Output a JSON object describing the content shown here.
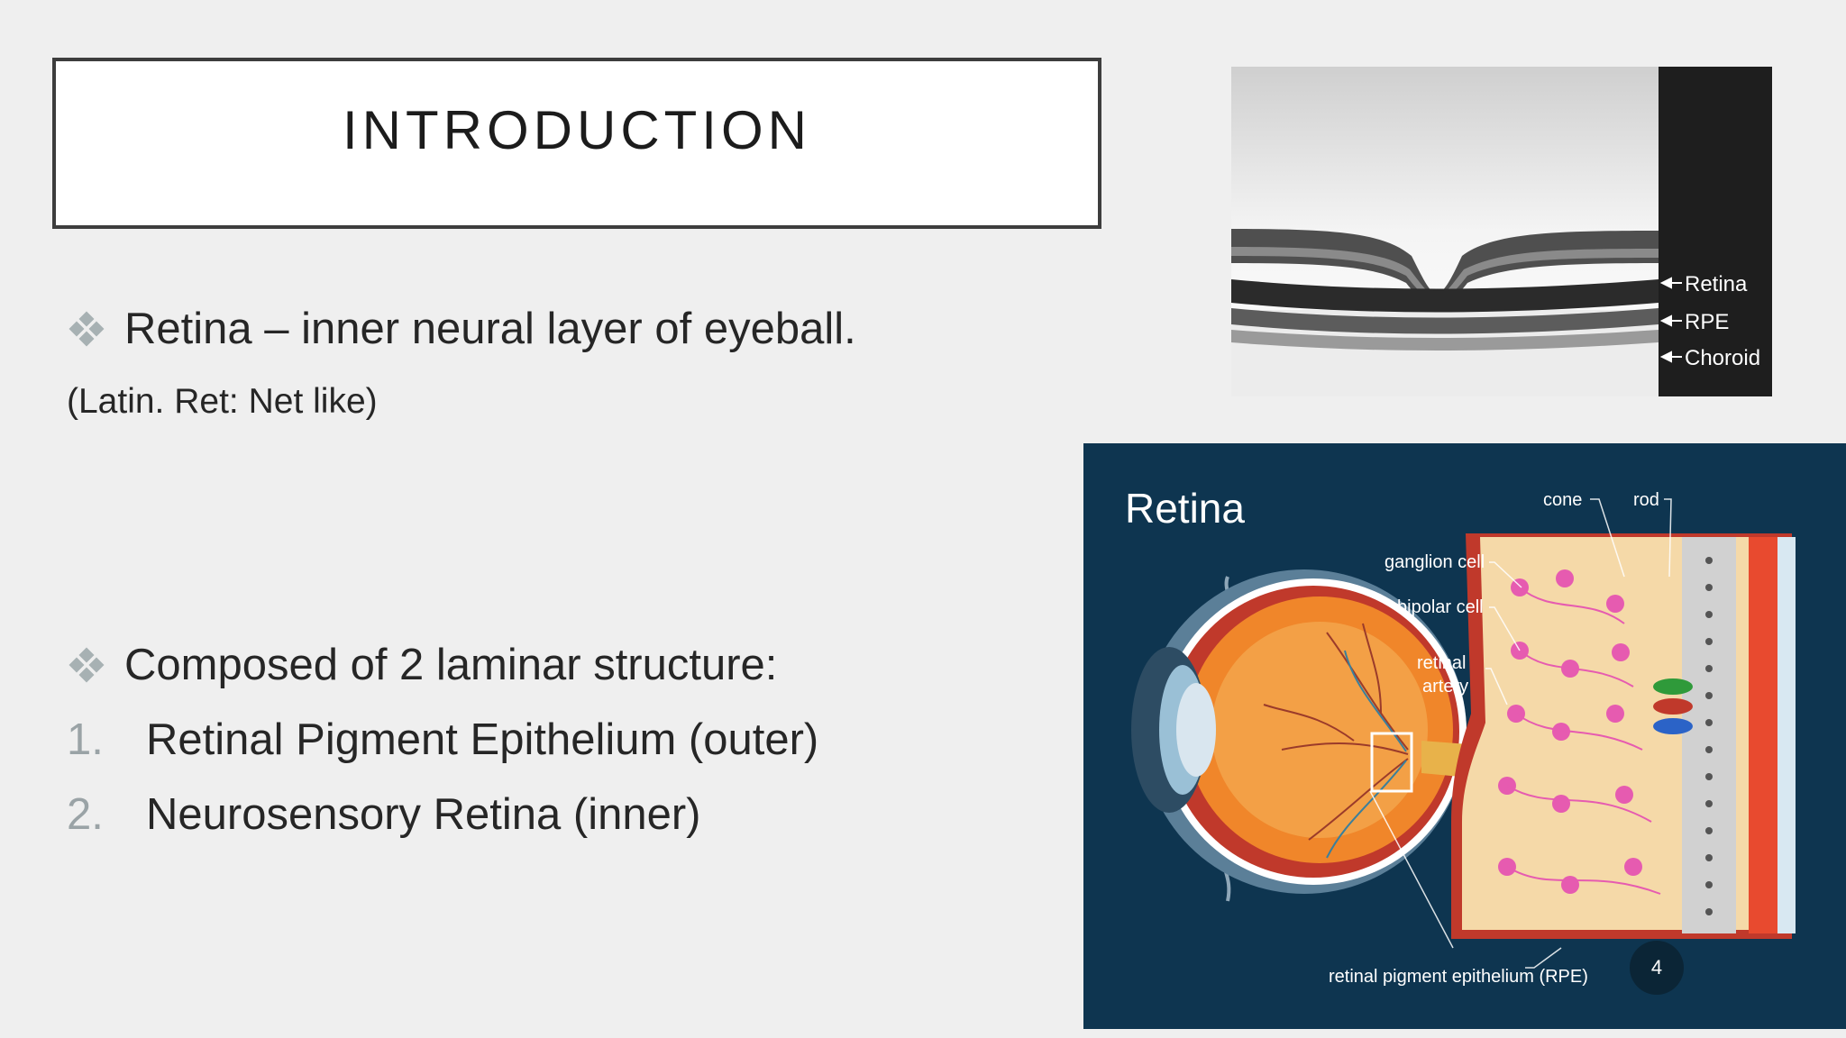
{
  "title": "INTRODUCTION",
  "bullets": [
    "Retina – inner neural layer of eyeball.",
    "Composed of 2 laminar structure:"
  ],
  "subnote": "(Latin. Ret: Net like)",
  "numbered": [
    {
      "num": "1.",
      "text": "Retinal Pigment Epithelium (outer)"
    },
    {
      "num": "2.",
      "text": "Neurosensory Retina (inner)"
    }
  ],
  "oct_labels": {
    "retina": "Retina",
    "rpe": "RPE",
    "choroid": "Choroid"
  },
  "retina_diagram": {
    "title": "Retina",
    "cone": "cone",
    "rod": "rod",
    "ganglion": "ganglion cell",
    "bipolar": "bipolar cell",
    "artery_line1": "retinal",
    "artery_line2": "artery",
    "rpe": "retinal pigment epithelium (RPE)"
  },
  "page_number": "4",
  "colors": {
    "background": "#efefef",
    "diagram_bg": "#0e3550",
    "bullet_icon": "#a7b1b3"
  }
}
